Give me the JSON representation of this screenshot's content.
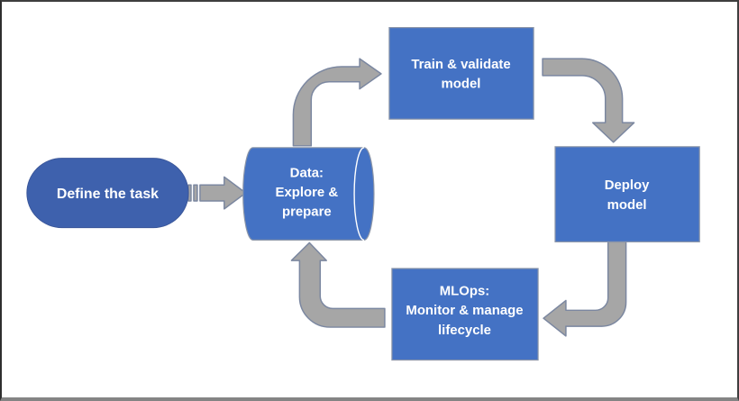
{
  "diagram": {
    "nodes": {
      "define": {
        "label": "Define the task"
      },
      "data": {
        "line1": "Data:",
        "line2": "Explore &",
        "line3": "prepare"
      },
      "train": {
        "line1": "Train & validate",
        "line2": "model"
      },
      "deploy": {
        "line1": "Deploy",
        "line2": "model"
      },
      "mlops": {
        "line1": "MLOps:",
        "line2": "Monitor & manage",
        "line3": "lifecycle"
      }
    },
    "colors": {
      "node_fill": "#4472C4",
      "start_node_fill": "#3E61AD",
      "arrow_fill": "#A6A6A6",
      "text_color": "#FFFFFF"
    }
  }
}
